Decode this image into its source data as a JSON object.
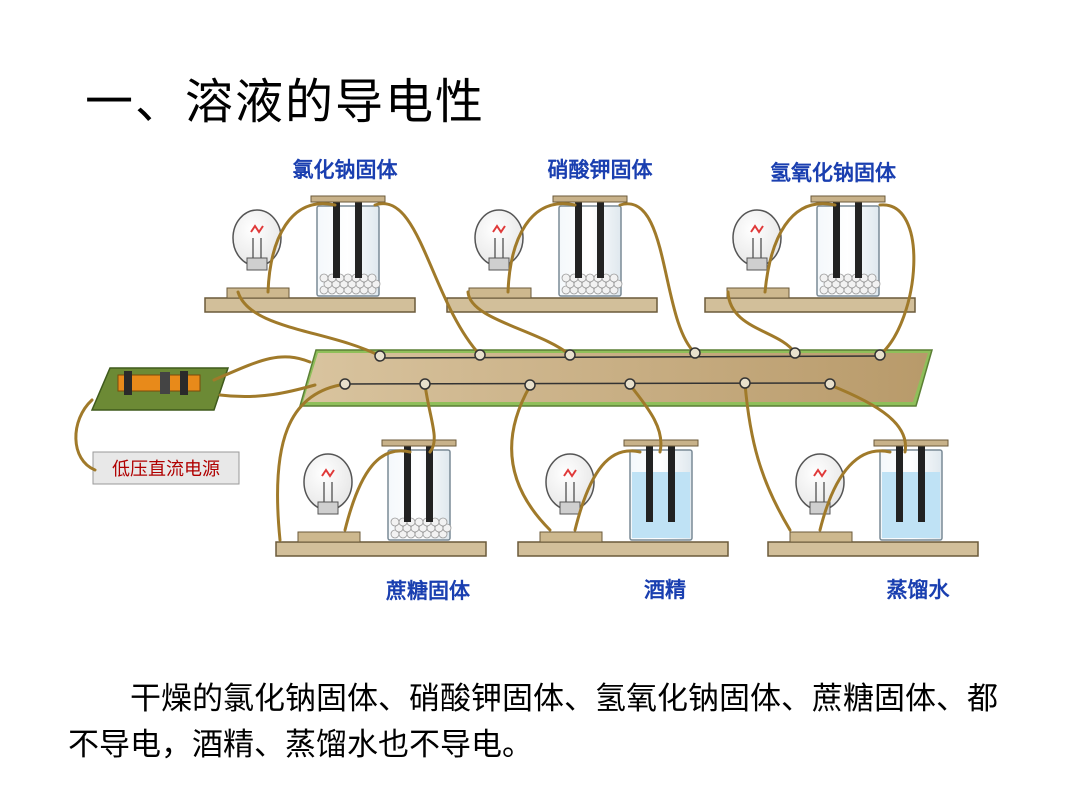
{
  "title": "一、溶液的导电性",
  "power_source_label": "低压直流电源",
  "setups": [
    {
      "label": "氯化钠固体",
      "content": "solid"
    },
    {
      "label": "硝酸钾固体",
      "content": "solid"
    },
    {
      "label": "氢氧化钠固体",
      "content": "solid"
    },
    {
      "label": "蔗糖固体",
      "content": "solid"
    },
    {
      "label": "酒精",
      "content": "liquid"
    },
    {
      "label": "蒸馏水",
      "content": "liquid"
    }
  ],
  "description": "干燥的氯化钠固体、硝酸钾固体、氢氧化钠固体、蔗糖固体、都不导电，酒精、蒸馏水也不导电。",
  "colors": {
    "label_blue": "#1a3fb0",
    "power_label_red": "#b00000",
    "wire": "#a07a2a",
    "board": "#c9b089",
    "liquid": "#bfe2f5",
    "green_board": "#8fbf5a"
  }
}
